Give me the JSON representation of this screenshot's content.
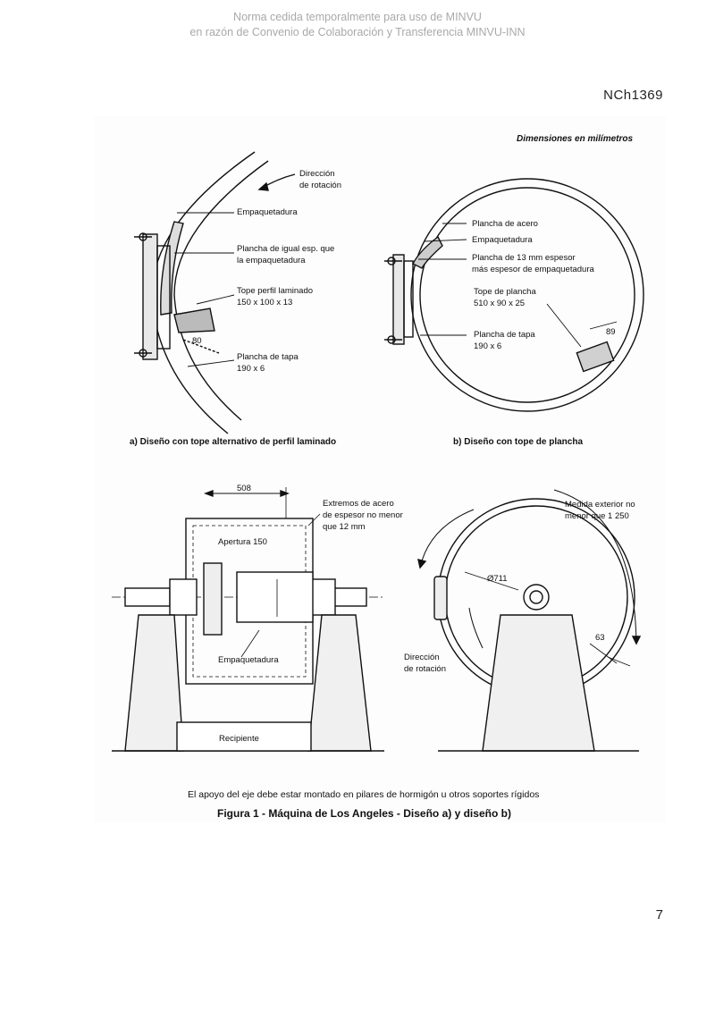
{
  "watermark": {
    "line1": "Norma cedida temporalmente para uso de MINVU",
    "line2": "en razón de Convenio de Colaboración y Transferencia MINVU-INN"
  },
  "doc_id": "NCh1369",
  "page_number": "7",
  "figure": {
    "units_note": "Dimensiones en milímetros",
    "design_a": {
      "caption": "a) Diseño con tope alternativo de perfil laminado",
      "rotation_label_1": "Dirección",
      "rotation_label_2": "de rotación",
      "packing": "Empaquetadura",
      "plate_1": "Plancha de igual esp. que",
      "plate_2": "la empaquetadura",
      "stop_1": "Tope perfil laminado",
      "stop_2": "150 x 100 x 13",
      "dim_80": "80",
      "cover_1": "Plancha de tapa",
      "cover_2": "190 x 6"
    },
    "design_b": {
      "caption": "b) Diseño con tope de plancha",
      "steel_plate": "Plancha de acero",
      "packing": "Empaquetadura",
      "plate_1": "Plancha de 13 mm espesor",
      "plate_2": "más espesor de empaquetadura",
      "stop_1": "Tope de plancha",
      "stop_2": "510 x 90 x 25",
      "dim_89": "89",
      "cover_1": "Plancha de tapa",
      "cover_2": "190 x 6"
    },
    "side_view": {
      "dim_508": "508",
      "ends_1": "Extremos de acero",
      "ends_2": "de espesor no menor",
      "ends_3": "que 12 mm",
      "opening": "Apertura 150",
      "packing": "Empaquetadura",
      "container": "Recipiente"
    },
    "end_view": {
      "ext_1": "Medida exterior no",
      "ext_2": "menor que 1 250",
      "diameter": "Ø711",
      "dim_63": "63",
      "rotation_1": "Dirección",
      "rotation_2": "de rotación"
    },
    "note": "El apoyo del eje debe estar montado en pilares de hormigón u otros soportes rígidos",
    "title": "Figura 1 - Máquina de Los Angeles - Diseño a) y diseño b)"
  }
}
